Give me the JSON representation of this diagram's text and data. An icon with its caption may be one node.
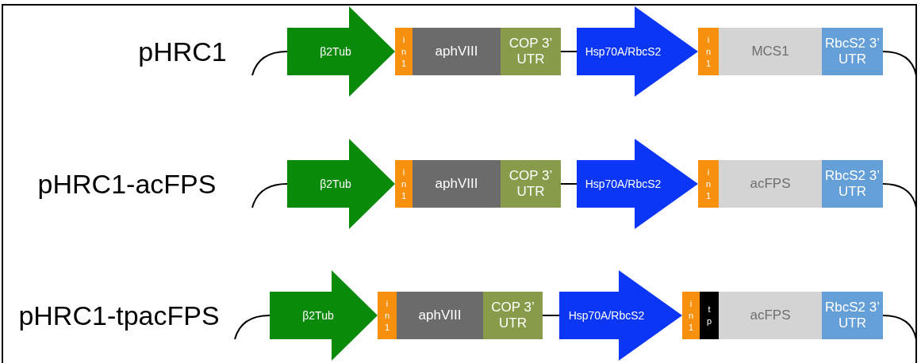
{
  "diagram": {
    "nodes": [
      {
        "text": [
          "β2Tub"
        ]
      },
      {
        "text": [
          "in1"
        ]
      },
      {
        "text": [
          "aphVIII"
        ]
      },
      {
        "text": [
          "COP 3’ UTR"
        ]
      },
      {
        "text": [
          "Hsp70A/RbcS2"
        ]
      },
      {
        "text": [
          "in1"
        ]
      },
      {
        "text": [
          "MCS1"
        ]
      },
      {
        "text": [
          "RbcS2 3’ UTR"
        ]
      },
      {
        "text": [
          "β2Tub"
        ]
      },
      {
        "text": [
          "in1"
        ]
      },
      {
        "text": [
          "aphVIII"
        ]
      },
      {
        "text": [
          "COP 3’ UTR"
        ]
      },
      {
        "text": [
          "Hsp70A/RbcS2"
        ]
      },
      {
        "text": [
          "in1"
        ]
      },
      {
        "text": [
          "acFPS"
        ]
      },
      {
        "text": [
          "RbcS2 3’ UTR"
        ]
      },
      {
        "text": [
          "β2Tub"
        ]
      },
      {
        "text": [
          "in1"
        ]
      },
      {
        "text": [
          "aphVIII"
        ]
      },
      {
        "text": [
          "COP 3’ UTR"
        ]
      },
      {
        "text": [
          "Hsp70A/RbcS2"
        ]
      },
      {
        "text": [
          "in1"
        ]
      },
      {
        "text": [
          "tp"
        ]
      },
      {
        "text": [
          "acFPS"
        ]
      },
      {
        "text": [
          "RbcS2 3’ UTR"
        ]
      }
    ],
    "edges": [
      {
        "from": 3,
        "to": 4,
        "arrow": "none"
      },
      {
        "from": 11,
        "to": 12,
        "arrow": "none"
      },
      {
        "from": 19,
        "to": 20,
        "arrow": "none"
      }
    ],
    "labels": [
      "pHRC1",
      "pHRC1-acFPS",
      "pHRC1-tpacFPS"
    ]
  }
}
